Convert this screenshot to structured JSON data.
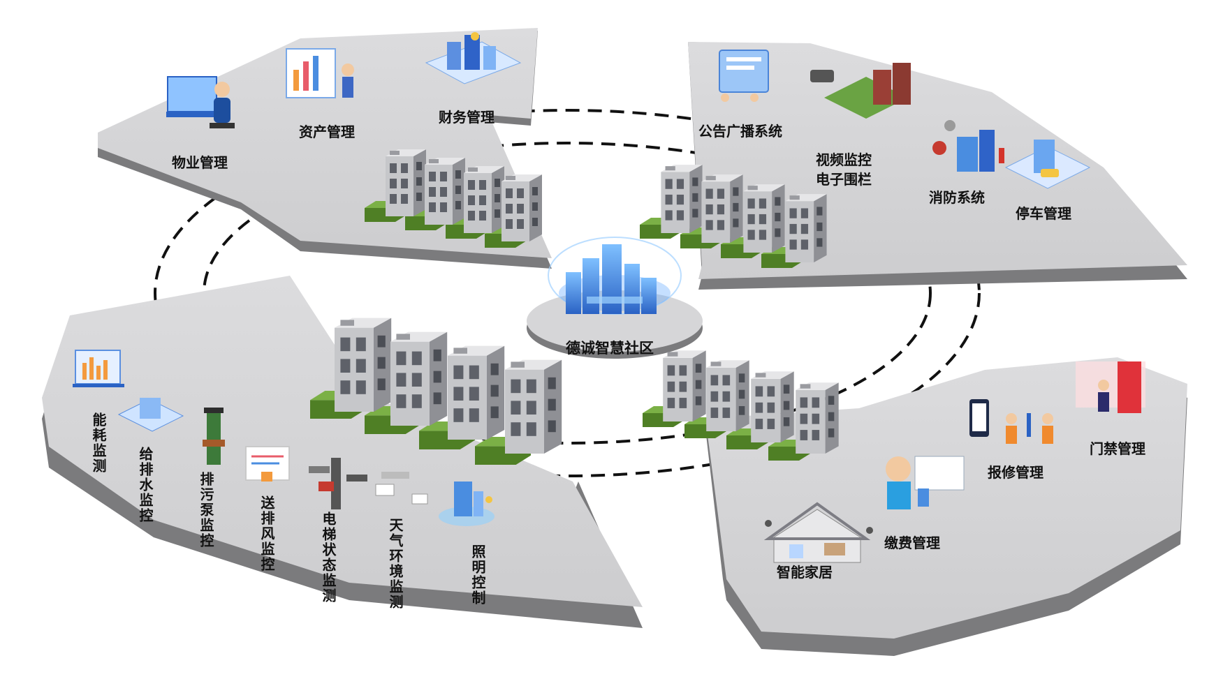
{
  "center": {
    "label": "德诚智慧社区"
  },
  "sectors": {
    "top_left": {
      "items": [
        {
          "label": "物业管理",
          "icon": "property-management-icon"
        },
        {
          "label": "资产管理",
          "icon": "asset-management-icon"
        },
        {
          "label": "财务管理",
          "icon": "finance-management-icon"
        }
      ]
    },
    "top_right": {
      "items": [
        {
          "label": "公告广播系统",
          "icon": "broadcast-icon"
        },
        {
          "label": "视频监控",
          "label2": "电子围栏",
          "icon": "video-surveillance-icon"
        },
        {
          "label": "消防系统",
          "icon": "fire-system-icon"
        },
        {
          "label": "停车管理",
          "icon": "parking-icon"
        }
      ]
    },
    "bottom_left": {
      "items": [
        {
          "label": "能耗监测",
          "icon": "energy-monitor-icon"
        },
        {
          "label": "给排水监控",
          "icon": "water-supply-icon"
        },
        {
          "label": "排污泵监控",
          "icon": "sewage-pump-icon"
        },
        {
          "label": "送排风监控",
          "icon": "ventilation-icon"
        },
        {
          "label": "电梯状态监测",
          "icon": "elevator-icon"
        },
        {
          "label": "天气环境监测",
          "icon": "weather-icon"
        },
        {
          "label": "照明控制",
          "icon": "lighting-icon"
        }
      ]
    },
    "bottom_right": {
      "items": [
        {
          "label": "门禁管理",
          "icon": "access-control-icon"
        },
        {
          "label": "报修管理",
          "icon": "repair-icon"
        },
        {
          "label": "缴费管理",
          "icon": "payment-icon"
        },
        {
          "label": "智能家居",
          "icon": "smart-home-icon"
        }
      ]
    }
  },
  "colors": {
    "platform_top": "#d4d4d6",
    "platform_side": "#7b7b7d",
    "building_wall": "#bfc0c3",
    "building_shadow": "#8e8f93",
    "window": "#5d6068",
    "hedge": "#5a8a2c",
    "ring": "#111111",
    "accent_blue": "#3b7bd6"
  }
}
